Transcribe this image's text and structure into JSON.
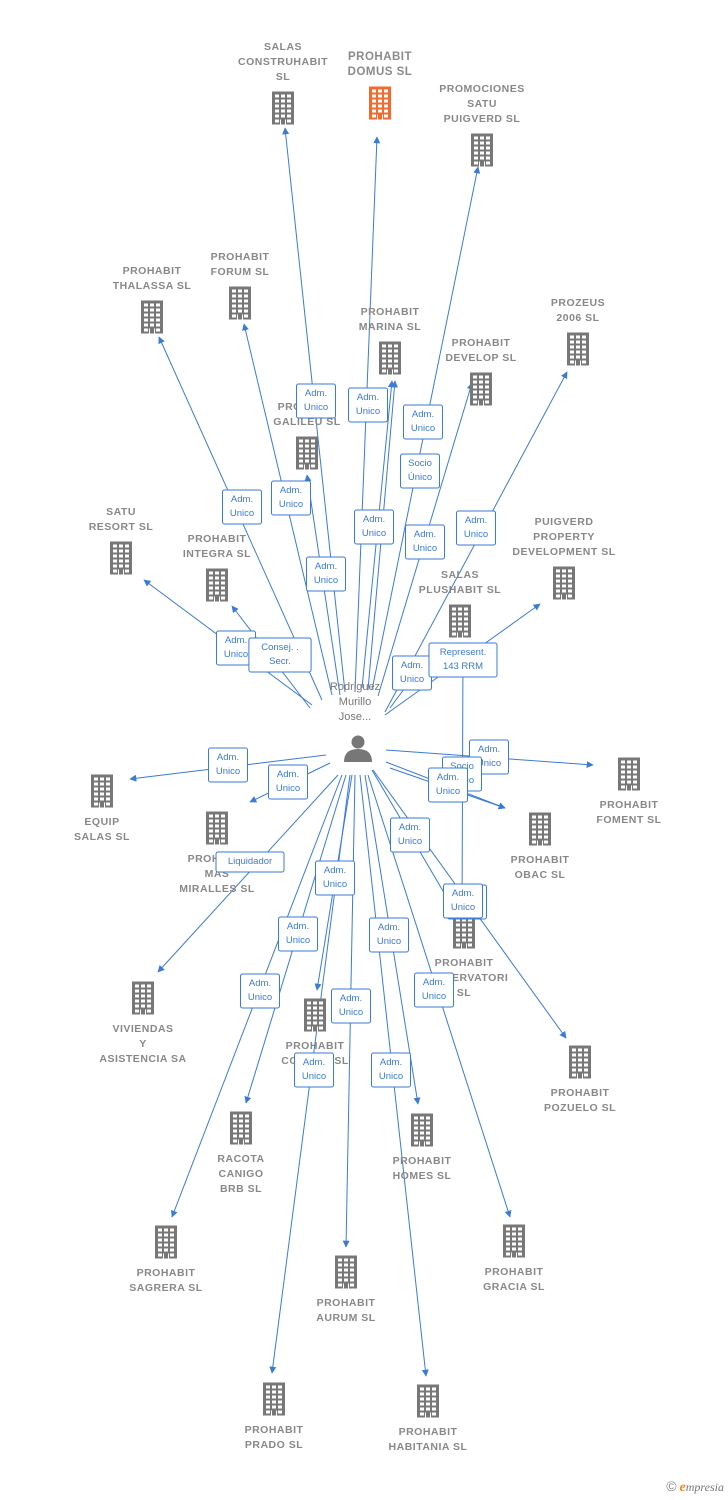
{
  "colors": {
    "edge": "#3a7bd5",
    "building": "#777777",
    "highlight": "#f26a2e",
    "label": "#888888"
  },
  "person": {
    "name_lines": [
      "Rodriguez",
      "Murillo",
      "Jose..."
    ],
    "icon": "person-icon"
  },
  "companies": [
    {
      "id": "salas-construhabit",
      "lines": [
        "SALAS",
        "CONSTRUHABIT",
        "SL"
      ],
      "highlight": false
    },
    {
      "id": "prohabit-domus",
      "lines": [
        "PROHABIT",
        "DOMUS  SL"
      ],
      "highlight": true
    },
    {
      "id": "promociones-satu-puigverd",
      "lines": [
        "PROMOCIONES",
        "SATU",
        "PUIGVERD  SL"
      ],
      "highlight": false
    },
    {
      "id": "prohabit-thalassa",
      "lines": [
        "PROHABIT",
        "THALASSA  SL"
      ],
      "highlight": false
    },
    {
      "id": "prohabit-forum",
      "lines": [
        "PROHABIT",
        "FORUM  SL"
      ],
      "highlight": false
    },
    {
      "id": "prohabit-marina",
      "lines": [
        "PROHABIT",
        "MARINA  SL"
      ],
      "highlight": false
    },
    {
      "id": "prozeus-2006",
      "lines": [
        "PROZEUS",
        "2006  SL"
      ],
      "highlight": false
    },
    {
      "id": "prohabit-develop",
      "lines": [
        "PROHABIT",
        "DEVELOP  SL"
      ],
      "highlight": false
    },
    {
      "id": "prohabit-galileu",
      "lines": [
        "PROHABIT",
        "GALILEU  SL"
      ],
      "highlight": false
    },
    {
      "id": "satu-resort",
      "lines": [
        "SATU",
        "RESORT  SL"
      ],
      "highlight": false
    },
    {
      "id": "prohabit-integra",
      "lines": [
        "PROHABIT",
        "INTEGRA  SL"
      ],
      "highlight": false
    },
    {
      "id": "puigverd-property",
      "lines": [
        "PUIGVERD",
        "PROPERTY",
        "DEVELOPMENT SL"
      ],
      "highlight": false
    },
    {
      "id": "salas-plushabit",
      "lines": [
        "SALAS",
        "PLUSHABIT  SL"
      ],
      "highlight": false
    },
    {
      "id": "equip-salas",
      "lines": [
        "EQUIP",
        "SALAS  SL"
      ],
      "highlight": false
    },
    {
      "id": "prohabit-mas-miralles",
      "lines": [
        "PROHABIT",
        "MAS",
        "MIRALLES  SL"
      ],
      "highlight": false
    },
    {
      "id": "prohabit-foment",
      "lines": [
        "PROHABIT",
        "FOMENT  SL"
      ],
      "highlight": false
    },
    {
      "id": "prohabit-obac",
      "lines": [
        "PROHABIT",
        "OBAC  SL"
      ],
      "highlight": false
    },
    {
      "id": "prohabit-conservatori",
      "lines": [
        "PROHABIT",
        "CONSERVATORI",
        "SL"
      ],
      "highlight": false
    },
    {
      "id": "viviendas-asistencia",
      "lines": [
        "VIVIENDAS",
        "Y",
        "ASISTENCIA SA"
      ],
      "highlight": false
    },
    {
      "id": "prohabit-cosmos",
      "lines": [
        "PROHABIT",
        "COSMOS SL"
      ],
      "highlight": false
    },
    {
      "id": "prohabit-pozuelo",
      "lines": [
        "PROHABIT",
        "POZUELO  SL"
      ],
      "highlight": false
    },
    {
      "id": "racota-canigo-brb",
      "lines": [
        "RACOTA",
        "CANIGO",
        "BRB  SL"
      ],
      "highlight": false
    },
    {
      "id": "prohabit-homes",
      "lines": [
        "PROHABIT",
        "HOMES  SL"
      ],
      "highlight": false
    },
    {
      "id": "prohabit-sagrera",
      "lines": [
        "PROHABIT",
        "SAGRERA  SL"
      ],
      "highlight": false
    },
    {
      "id": "prohabit-gracia",
      "lines": [
        "PROHABIT",
        "GRACIA  SL"
      ],
      "highlight": false
    },
    {
      "id": "prohabit-aurum",
      "lines": [
        "PROHABIT",
        "AURUM  SL"
      ],
      "highlight": false
    },
    {
      "id": "prohabit-prado",
      "lines": [
        "PROHABIT",
        "PRADO  SL"
      ],
      "highlight": false
    },
    {
      "id": "prohabit-habitania",
      "lines": [
        "PROHABIT",
        "HABITANIA  SL"
      ],
      "highlight": false
    }
  ],
  "edges": [
    {
      "to": "salas-construhabit",
      "label": [
        "Adm.",
        "Unico"
      ]
    },
    {
      "to": "prohabit-domus",
      "label": [
        "Adm.",
        "Unico"
      ]
    },
    {
      "to": "promociones-satu-puigverd",
      "label": [
        "Socio",
        "Único"
      ]
    },
    {
      "to": "prohabit-thalassa",
      "label": [
        "Adm.",
        "Unico"
      ]
    },
    {
      "to": "prohabit-forum",
      "label": [
        "Adm.",
        "Unico"
      ]
    },
    {
      "to": "prohabit-marina",
      "label": [
        "Adm.",
        "Unico"
      ]
    },
    {
      "to": "prohabit-marina",
      "label": [
        "Adm.",
        "Unico"
      ]
    },
    {
      "to": "prozeus-2006",
      "label": [
        "Adm.",
        "Unico"
      ]
    },
    {
      "to": "prohabit-develop",
      "label": [
        "Adm.",
        "Unico"
      ]
    },
    {
      "to": "prohabit-galileu",
      "label": [
        "Adm.",
        "Unico"
      ]
    },
    {
      "to": "satu-resort",
      "label": [
        "Adm.",
        "Unico"
      ]
    },
    {
      "to": "prohabit-integra",
      "label": [
        "Consej. .",
        "Secr."
      ]
    },
    {
      "to": "puigverd-property",
      "label": [
        "Adm.",
        "Unico"
      ]
    },
    {
      "to": "salas-plushabit",
      "label": [
        "Represent.",
        "143 RRM"
      ]
    },
    {
      "to": "equip-salas",
      "label": [
        "Adm.",
        "Unico"
      ]
    },
    {
      "to": "prohabit-mas-miralles",
      "label": [
        "Adm.",
        "Unico"
      ]
    },
    {
      "to": "prohabit-foment",
      "label": [
        "Adm.",
        "Unico"
      ]
    },
    {
      "to": "prohabit-obac",
      "label": [
        "Socio",
        "Único"
      ]
    },
    {
      "to": "prohabit-obac",
      "label": [
        "Adm.",
        "Unico"
      ]
    },
    {
      "to": "prohabit-conservatori",
      "label": [
        "Adm.",
        "Unico"
      ]
    },
    {
      "to": "viviendas-asistencia",
      "label": [
        "Liquidador"
      ]
    },
    {
      "to": "prohabit-cosmos",
      "label": [
        "Adm.",
        "Unico"
      ]
    },
    {
      "to": "prohabit-pozuelo",
      "label": [
        "Adm.",
        "Unico"
      ]
    },
    {
      "to": "racota-canigo-brb",
      "label": [
        "Adm.",
        "Unico"
      ]
    },
    {
      "to": "prohabit-homes",
      "label": [
        "Adm.",
        "Unico"
      ]
    },
    {
      "to": "prohabit-sagrera",
      "label": [
        "Adm.",
        "Unico"
      ]
    },
    {
      "to": "prohabit-gracia",
      "label": [
        "Adm.",
        "Unico"
      ]
    },
    {
      "to": "prohabit-aurum",
      "label": [
        "Adm.",
        "Unico"
      ]
    },
    {
      "to": "prohabit-prado",
      "label": [
        "Adm.",
        "Unico"
      ]
    },
    {
      "to": "prohabit-habitania",
      "label": [
        "Adm.",
        "Unico"
      ]
    },
    {
      "to": "prohabit-conservatori",
      "label": [
        "Adm.",
        "Unico"
      ]
    }
  ],
  "footer": {
    "copyright": "©",
    "brand_first": "e",
    "brand_rest": "mpresia"
  }
}
